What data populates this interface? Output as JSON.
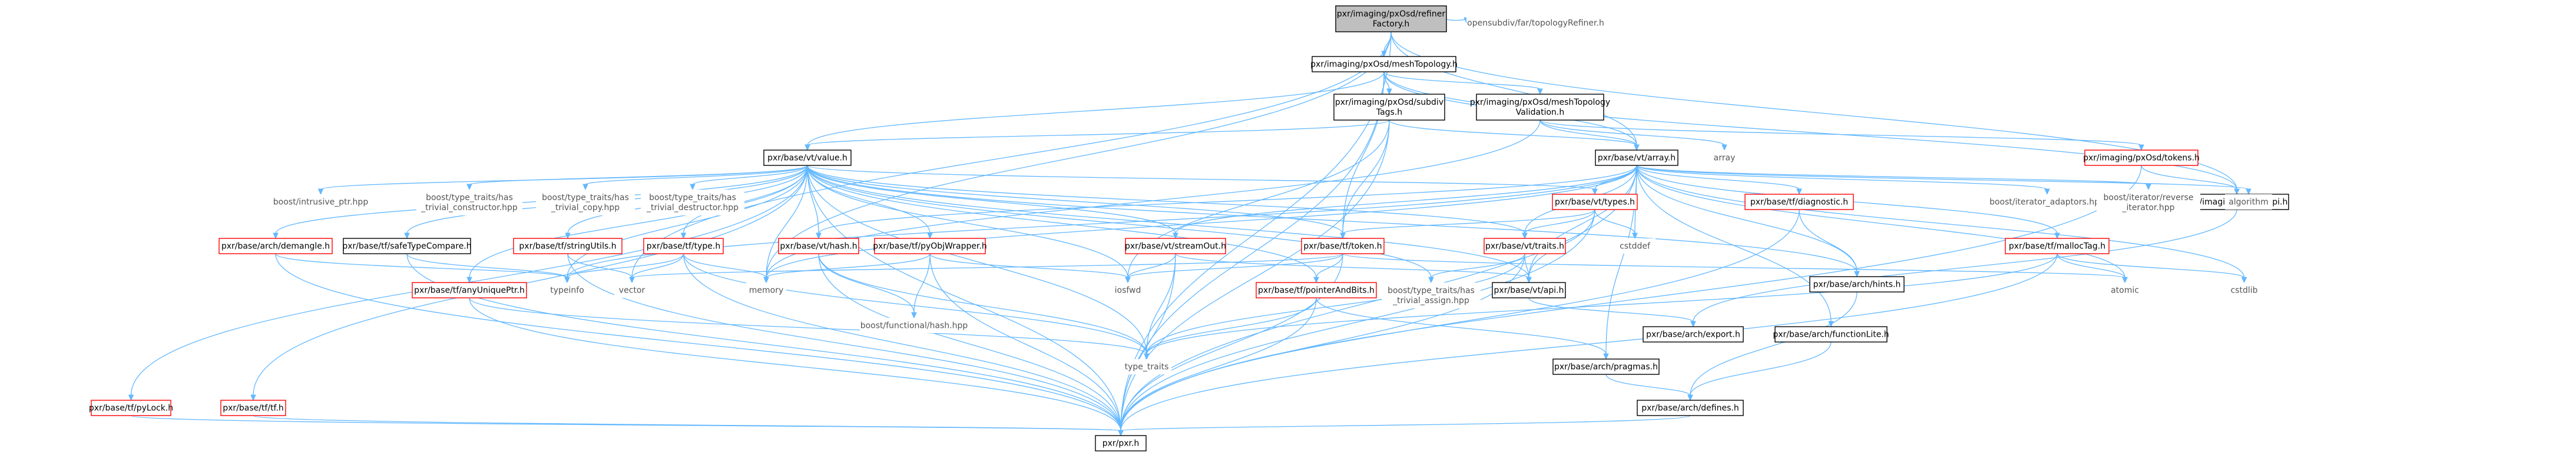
{
  "diagram": {
    "nodes": [
      {
        "id": "root",
        "lines": [
          "pxr/imaging/pxOsd/refiner",
          "Factory.h"
        ],
        "style": "root"
      },
      {
        "id": "opensubdiv",
        "lines": [
          "opensubdiv/far/topologyRefiner.h"
        ],
        "style": "ext"
      },
      {
        "id": "meshTopo",
        "lines": [
          "pxr/imaging/pxOsd/meshTopology.h"
        ],
        "style": "doc"
      },
      {
        "id": "subdivTags",
        "lines": [
          "pxr/imaging/pxOsd/subdiv",
          "Tags.h"
        ],
        "style": "doc"
      },
      {
        "id": "meshTopoVal",
        "lines": [
          "pxr/imaging/pxOsd/meshTopology",
          "Validation.h"
        ],
        "style": "doc"
      },
      {
        "id": "array",
        "lines": [
          "array"
        ],
        "style": "ext"
      },
      {
        "id": "tokens",
        "lines": [
          "pxr/imaging/pxOsd/tokens.h"
        ],
        "style": "red"
      },
      {
        "id": "value",
        "lines": [
          "pxr/base/vt/value.h"
        ],
        "style": "doc"
      },
      {
        "id": "vtarray",
        "lines": [
          "pxr/base/vt/array.h"
        ],
        "style": "doc"
      },
      {
        "id": "pxOsdApi",
        "lines": [
          "pxr/imaging/pxOsd/api.h"
        ],
        "style": "doc"
      },
      {
        "id": "intrusive",
        "lines": [
          "boost/intrusive_ptr.hpp"
        ],
        "style": "ext"
      },
      {
        "id": "trivCtor",
        "lines": [
          "boost/type_traits/has",
          "_trivial_constructor.hpp"
        ],
        "style": "ext"
      },
      {
        "id": "trivCopy",
        "lines": [
          "boost/type_traits/has",
          "_trivial_copy.hpp"
        ],
        "style": "ext"
      },
      {
        "id": "trivDtor",
        "lines": [
          "boost/type_traits/has",
          "_trivial_destructor.hpp"
        ],
        "style": "ext"
      },
      {
        "id": "vttypes",
        "lines": [
          "pxr/base/vt/types.h"
        ],
        "style": "red"
      },
      {
        "id": "diag",
        "lines": [
          "pxr/base/tf/diagnostic.h"
        ],
        "style": "red"
      },
      {
        "id": "iterAdapt",
        "lines": [
          "boost/iterator_adaptors.hpp"
        ],
        "style": "ext"
      },
      {
        "id": "revIter",
        "lines": [
          "boost/iterator/reverse",
          "_iterator.hpp"
        ],
        "style": "ext"
      },
      {
        "id": "algorithm",
        "lines": [
          "algorithm"
        ],
        "style": "ext"
      },
      {
        "id": "demangle",
        "lines": [
          "pxr/base/arch/demangle.h"
        ],
        "style": "red"
      },
      {
        "id": "safeType",
        "lines": [
          "pxr/base/tf/safeTypeCompare.h"
        ],
        "style": "doc"
      },
      {
        "id": "stringUtils",
        "lines": [
          "pxr/base/tf/stringUtils.h"
        ],
        "style": "red"
      },
      {
        "id": "tftype",
        "lines": [
          "pxr/base/tf/type.h"
        ],
        "style": "red"
      },
      {
        "id": "vthash",
        "lines": [
          "pxr/base/vt/hash.h"
        ],
        "style": "red"
      },
      {
        "id": "pyObj",
        "lines": [
          "pxr/base/tf/pyObjWrapper.h"
        ],
        "style": "red"
      },
      {
        "id": "streamOut",
        "lines": [
          "pxr/base/vt/streamOut.h"
        ],
        "style": "red"
      },
      {
        "id": "tftoken",
        "lines": [
          "pxr/base/tf/token.h"
        ],
        "style": "red"
      },
      {
        "id": "traits",
        "lines": [
          "pxr/base/vt/traits.h"
        ],
        "style": "red"
      },
      {
        "id": "cstddef",
        "lines": [
          "cstddef"
        ],
        "style": "ext"
      },
      {
        "id": "hints",
        "lines": [
          "pxr/base/arch/hints.h"
        ],
        "style": "doc"
      },
      {
        "id": "mallocTag",
        "lines": [
          "pxr/base/tf/mallocTag.h"
        ],
        "style": "red"
      },
      {
        "id": "anyUnique",
        "lines": [
          "pxr/base/tf/anyUniquePtr.h"
        ],
        "style": "red"
      },
      {
        "id": "typeinfo",
        "lines": [
          "typeinfo"
        ],
        "style": "ext"
      },
      {
        "id": "vector",
        "lines": [
          "vector"
        ],
        "style": "ext"
      },
      {
        "id": "memory",
        "lines": [
          "memory"
        ],
        "style": "ext"
      },
      {
        "id": "funcHash",
        "lines": [
          "boost/functional/hash.hpp"
        ],
        "style": "ext"
      },
      {
        "id": "iosfwd",
        "lines": [
          "iosfwd"
        ],
        "style": "ext"
      },
      {
        "id": "pointerBits",
        "lines": [
          "pxr/base/tf/pointerAndBits.h"
        ],
        "style": "red"
      },
      {
        "id": "trivAssign",
        "lines": [
          "boost/type_traits/has",
          "_trivial_assign.hpp"
        ],
        "style": "ext"
      },
      {
        "id": "vtapi",
        "lines": [
          "pxr/base/vt/api.h"
        ],
        "style": "doc"
      },
      {
        "id": "atomic",
        "lines": [
          "atomic"
        ],
        "style": "ext"
      },
      {
        "id": "cstdlib",
        "lines": [
          "cstdlib"
        ],
        "style": "ext"
      },
      {
        "id": "typeTraits",
        "lines": [
          "type_traits"
        ],
        "style": "ext"
      },
      {
        "id": "pragmas",
        "lines": [
          "pxr/base/arch/pragmas.h"
        ],
        "style": "doc"
      },
      {
        "id": "archExport",
        "lines": [
          "pxr/base/arch/export.h"
        ],
        "style": "doc"
      },
      {
        "id": "funcLite",
        "lines": [
          "pxr/base/arch/functionLite.h"
        ],
        "style": "doc"
      },
      {
        "id": "pyLock",
        "lines": [
          "pxr/base/tf/pyLock.h"
        ],
        "style": "red"
      },
      {
        "id": "tftf",
        "lines": [
          "pxr/base/tf/tf.h"
        ],
        "style": "red"
      },
      {
        "id": "defines",
        "lines": [
          "pxr/base/arch/defines.h"
        ],
        "style": "doc"
      },
      {
        "id": "pxr",
        "lines": [
          "pxr/pxr.h"
        ],
        "style": "doc"
      }
    ],
    "edges": [
      [
        "root",
        "meshTopo"
      ],
      [
        "root",
        "opensubdiv"
      ],
      [
        "root",
        "vtarray"
      ],
      [
        "root",
        "pxOsdApi"
      ],
      [
        "root",
        "pxr"
      ],
      [
        "root",
        "memory"
      ],
      [
        "root",
        "vector"
      ],
      [
        "meshTopo",
        "subdivTags"
      ],
      [
        "meshTopo",
        "meshTopoVal"
      ],
      [
        "meshTopo",
        "value"
      ],
      [
        "meshTopo",
        "vtarray"
      ],
      [
        "meshTopo",
        "tftoken"
      ],
      [
        "meshTopo",
        "pxOsdApi"
      ],
      [
        "meshTopo",
        "pxr"
      ],
      [
        "subdivTags",
        "vtarray"
      ],
      [
        "subdivTags",
        "tftoken"
      ],
      [
        "subdivTags",
        "value"
      ],
      [
        "subdivTags",
        "iosfwd"
      ],
      [
        "subdivTags",
        "pxr"
      ],
      [
        "meshTopoVal",
        "array"
      ],
      [
        "meshTopoVal",
        "tokens"
      ],
      [
        "meshTopoVal",
        "vtarray"
      ],
      [
        "meshTopoVal",
        "memory"
      ],
      [
        "tokens",
        "pxOsdApi"
      ],
      [
        "tokens",
        "pxr"
      ],
      [
        "value",
        "intrusive"
      ],
      [
        "value",
        "trivCtor"
      ],
      [
        "value",
        "trivCopy"
      ],
      [
        "value",
        "trivDtor"
      ],
      [
        "value",
        "vttypes"
      ],
      [
        "value",
        "vthash"
      ],
      [
        "value",
        "pyObj"
      ],
      [
        "value",
        "streamOut"
      ],
      [
        "value",
        "traits"
      ],
      [
        "value",
        "demangle"
      ],
      [
        "value",
        "safeType"
      ],
      [
        "value",
        "stringUtils"
      ],
      [
        "value",
        "tftype"
      ],
      [
        "value",
        "anyUnique"
      ],
      [
        "value",
        "pointerBits"
      ],
      [
        "value",
        "tftoken"
      ],
      [
        "value",
        "vtapi"
      ],
      [
        "value",
        "hints"
      ],
      [
        "value",
        "pyLock"
      ],
      [
        "value",
        "tftf"
      ],
      [
        "value",
        "typeinfo"
      ],
      [
        "value",
        "memory"
      ],
      [
        "value",
        "iosfwd"
      ],
      [
        "value",
        "typeTraits"
      ],
      [
        "value",
        "trivAssign"
      ],
      [
        "value",
        "pxr"
      ],
      [
        "vtarray",
        "vttypes"
      ],
      [
        "vtarray",
        "diag"
      ],
      [
        "vtarray",
        "mallocTag"
      ],
      [
        "vtarray",
        "iterAdapt"
      ],
      [
        "vtarray",
        "revIter"
      ],
      [
        "vtarray",
        "algorithm"
      ],
      [
        "vtarray",
        "atomic"
      ],
      [
        "vtarray",
        "cstdlib"
      ],
      [
        "vtarray",
        "cstddef"
      ],
      [
        "vtarray",
        "hints"
      ],
      [
        "vtarray",
        "vthash"
      ],
      [
        "vtarray",
        "streamOut"
      ],
      [
        "vtarray",
        "traits"
      ],
      [
        "vtarray",
        "vtapi"
      ],
      [
        "vtarray",
        "memory"
      ],
      [
        "vtarray",
        "typeinfo"
      ],
      [
        "vtarray",
        "pragmas"
      ],
      [
        "vtarray",
        "funcLite"
      ],
      [
        "vtarray",
        "pxr"
      ],
      [
        "pxOsdApi",
        "archExport"
      ],
      [
        "vttypes",
        "traits"
      ],
      [
        "vttypes",
        "vtapi"
      ],
      [
        "vttypes",
        "cstddef"
      ],
      [
        "vttypes",
        "tftoken"
      ],
      [
        "vttypes",
        "pxr"
      ],
      [
        "diag",
        "hints"
      ],
      [
        "diag",
        "pxr"
      ],
      [
        "mallocTag",
        "atomic"
      ],
      [
        "mallocTag",
        "cstdlib"
      ],
      [
        "mallocTag",
        "typeTraits"
      ],
      [
        "mallocTag",
        "pxr"
      ],
      [
        "demangle",
        "typeinfo"
      ],
      [
        "demangle",
        "pxr"
      ],
      [
        "safeType",
        "typeinfo"
      ],
      [
        "safeType",
        "pxr"
      ],
      [
        "stringUtils",
        "vector"
      ],
      [
        "stringUtils",
        "pxr"
      ],
      [
        "tftype",
        "typeinfo"
      ],
      [
        "tftype",
        "vector"
      ],
      [
        "tftype",
        "memory"
      ],
      [
        "tftype",
        "typeTraits"
      ],
      [
        "tftype",
        "pxr"
      ],
      [
        "vthash",
        "funcHash"
      ],
      [
        "vthash",
        "typeTraits"
      ],
      [
        "vthash",
        "pxr"
      ],
      [
        "pyObj",
        "memory"
      ],
      [
        "pyObj",
        "funcHash"
      ],
      [
        "pyObj",
        "iosfwd"
      ],
      [
        "pyObj",
        "pxr"
      ],
      [
        "streamOut",
        "iosfwd"
      ],
      [
        "streamOut",
        "typeTraits"
      ],
      [
        "streamOut",
        "vtapi"
      ],
      [
        "streamOut",
        "pxr"
      ],
      [
        "tftoken",
        "pointerBits"
      ],
      [
        "tftoken",
        "iosfwd"
      ],
      [
        "tftoken",
        "atomic"
      ],
      [
        "tftoken",
        "vector"
      ],
      [
        "tftoken",
        "pxr"
      ],
      [
        "traits",
        "trivAssign"
      ],
      [
        "traits",
        "vtapi"
      ],
      [
        "traits",
        "typeTraits"
      ],
      [
        "traits",
        "pxr"
      ],
      [
        "hints",
        "defines"
      ],
      [
        "anyUnique",
        "typeTraits"
      ],
      [
        "anyUnique",
        "pxr"
      ],
      [
        "pointerBits",
        "pragmas"
      ],
      [
        "pointerBits",
        "typeTraits"
      ],
      [
        "pointerBits",
        "pxr"
      ],
      [
        "vtapi",
        "archExport"
      ],
      [
        "pragmas",
        "defines"
      ],
      [
        "funcLite",
        "defines"
      ],
      [
        "pyLock",
        "pxr"
      ],
      [
        "tftf",
        "pxr"
      ],
      [
        "defines",
        "pxr"
      ]
    ]
  }
}
